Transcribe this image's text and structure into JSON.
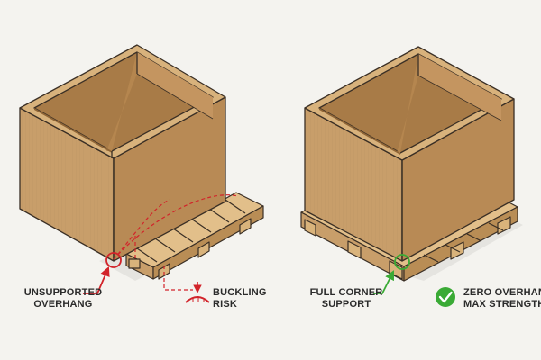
{
  "left_panel": {
    "callout_overhang": [
      "UNSUPPORTED",
      "OVERHANG"
    ],
    "callout_buckling": [
      "BUCKLING",
      "RISK"
    ]
  },
  "right_panel": {
    "callout_corner": [
      "FULL CORNER",
      "SUPPORT"
    ],
    "callout_zero": [
      "ZERO OVERHANG,",
      "MAX STRENGTH"
    ]
  },
  "colors": {
    "box_front": "#c89e6a",
    "box_side": "#b88a55",
    "box_inner": "#d8b27c",
    "box_inner_shadow": "#a87b47",
    "pallet_wood": "#e2bf8a",
    "pallet_dark": "#b98d55",
    "outline": "#3a2f25",
    "warning_red": "#d2232a",
    "ok_green": "#3aaa35"
  },
  "icons": {
    "warning_marker": "red-circle-icon",
    "buckling": "buckling-arrow-icon",
    "ok_marker": "green-circle-icon",
    "check": "checkmark-circle-icon"
  }
}
